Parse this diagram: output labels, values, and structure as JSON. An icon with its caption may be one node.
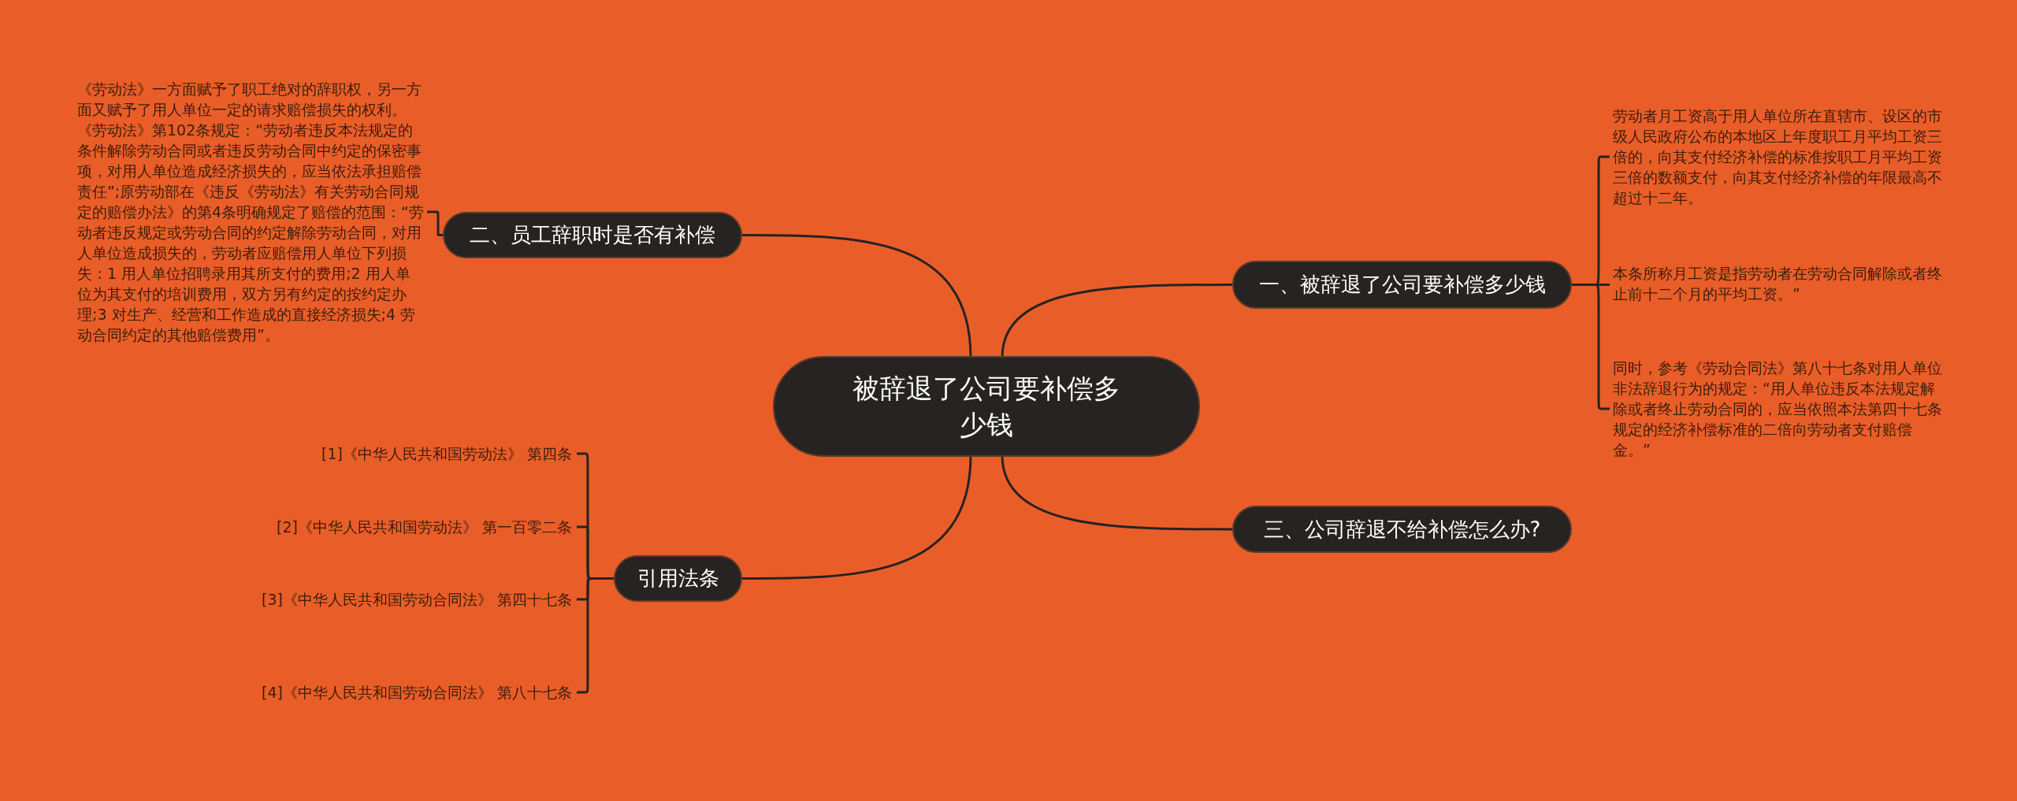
{
  "diagram": {
    "nodes": [
      {
        "text": [
          "被辞退了公司要补偿多少钱"
        ]
      },
      {
        "text": [
          "一、被辞退了公司要补偿多少钱"
        ]
      },
      {
        "text": [
          "劳动者月工资高于用人单位所在直辖市、设区的市级人民政府公布的本地区上年度职工月平均工资三倍的，向其支付经济补偿的标准按职工月平均工资三倍的数额支付，向其支付经济补偿的年限最高不超过十二年。"
        ]
      },
      {
        "text": [
          "本条所称月工资是指劳动者在劳动合同解除或者终止前十二个月的平均工资。”"
        ]
      },
      {
        "text": [
          "同时，参考《劳动合同法》第八十七条对用人单位非法辞退行为的规定：“用人单位违反本法规定解除或者终止劳动合同的，应当依照本法第四十七条规定的经济补偿标准的二倍向劳动者支付赔偿金。”"
        ]
      },
      {
        "text": [
          "二、员工辞职时是否有补偿"
        ]
      },
      {
        "text": [
          "《劳动法》一方面赋予了职工绝对的辞职权，另一方面又赋予了用人单位一定的请求赔偿损失的权利。《劳动法》第102条规定：“劳动者违反本法规定的条件解除劳动合同或者违反劳动合同中约定的保密事项，对用人单位造成经济损失的，应当依法承担赔偿责任”;原劳动部在《违反《劳动法》有关劳动合同规定的赔偿办法》的第4条明确规定了赔偿的范围：“劳动者违反规定或劳动合同的约定解除劳动合同，对用人单位造成损失的，劳动者应赔偿用人单位下列损失：1 用人单位招聘录用其所支付的费用;2 用人单位为其支付的培训费用，双方另有约定的按约定办理;3 对生产、经营和工作造成的直接经济损失;4 劳动合同约定的其他赔偿费用”。"
        ]
      },
      {
        "text": [
          "三、公司辞退不给补偿怎么办?"
        ]
      },
      {
        "text": [
          "引用法条"
        ]
      },
      {
        "text": [
          "[1]《中华人民共和国劳动法》 第四条"
        ]
      },
      {
        "text": [
          "[2]《中华人民共和国劳动法》 第一百零二条"
        ]
      },
      {
        "text": [
          "[3]《中华人民共和国劳动合同法》 第四十七条"
        ]
      },
      {
        "text": [
          "[4]《中华人民共和国劳动合同法》 第八十七条"
        ]
      }
    ],
    "edges": [
      {
        "from": 0,
        "to": 1,
        "arrow": "none"
      },
      {
        "from": 1,
        "to": 2,
        "arrow": "none"
      },
      {
        "from": 1,
        "to": 3,
        "arrow": "none"
      },
      {
        "from": 1,
        "to": 4,
        "arrow": "none"
      },
      {
        "from": 0,
        "to": 5,
        "arrow": "none"
      },
      {
        "from": 5,
        "to": 6,
        "arrow": "none"
      },
      {
        "from": 0,
        "to": 7,
        "arrow": "none"
      },
      {
        "from": 0,
        "to": 8,
        "arrow": "none"
      },
      {
        "from": 8,
        "to": 9,
        "arrow": "none"
      },
      {
        "from": 8,
        "to": 10,
        "arrow": "none"
      },
      {
        "from": 8,
        "to": 11,
        "arrow": "none"
      },
      {
        "from": 8,
        "to": 12,
        "arrow": "none"
      }
    ]
  }
}
